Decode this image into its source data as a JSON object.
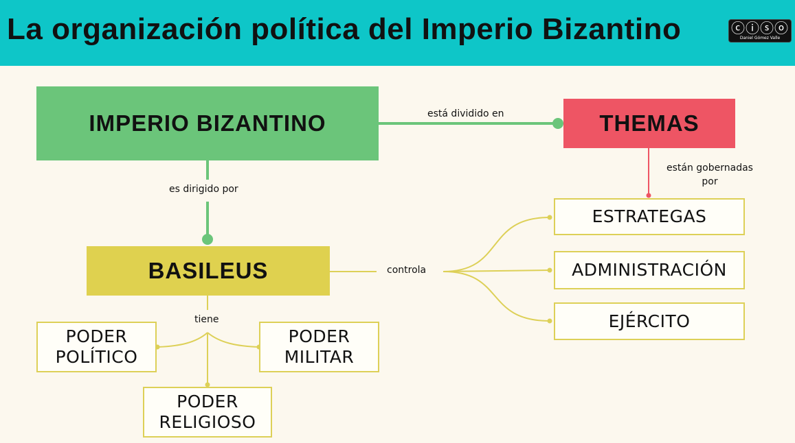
{
  "header": {
    "title": "La organización política del Imperio Bizantino",
    "license_icons": "ⓒⓘⓢⓞ",
    "license_author": "Daniel Gómez Valle"
  },
  "nodes": {
    "imperio": "IMPERIO BIZANTINO",
    "themas": "THEMAS",
    "basileus": "BASILEUS",
    "estrategas": "ESTRATEGAS",
    "administracion": "ADMINISTRACIÓN",
    "ejercito": "EJÉRCITO",
    "poder_politico": "PODER\nPOLÍTICO",
    "poder_militar": "PODER\nMILITAR",
    "poder_religioso": "PODER\nRELIGIOSO"
  },
  "labels": {
    "esta_dividido_en": "está dividido en",
    "es_dirigido_por": "es dirigido por",
    "estan_gobernadas_por": "están gobernadas\npor",
    "controla": "controla",
    "tiene": "tiene"
  },
  "colors": {
    "header_bg": "#0ec6c8",
    "page_bg": "#fcf8ee",
    "green": "#6bc57a",
    "red": "#ee5564",
    "yellow": "#dfd14f",
    "yellow_line": "#ddd057"
  }
}
